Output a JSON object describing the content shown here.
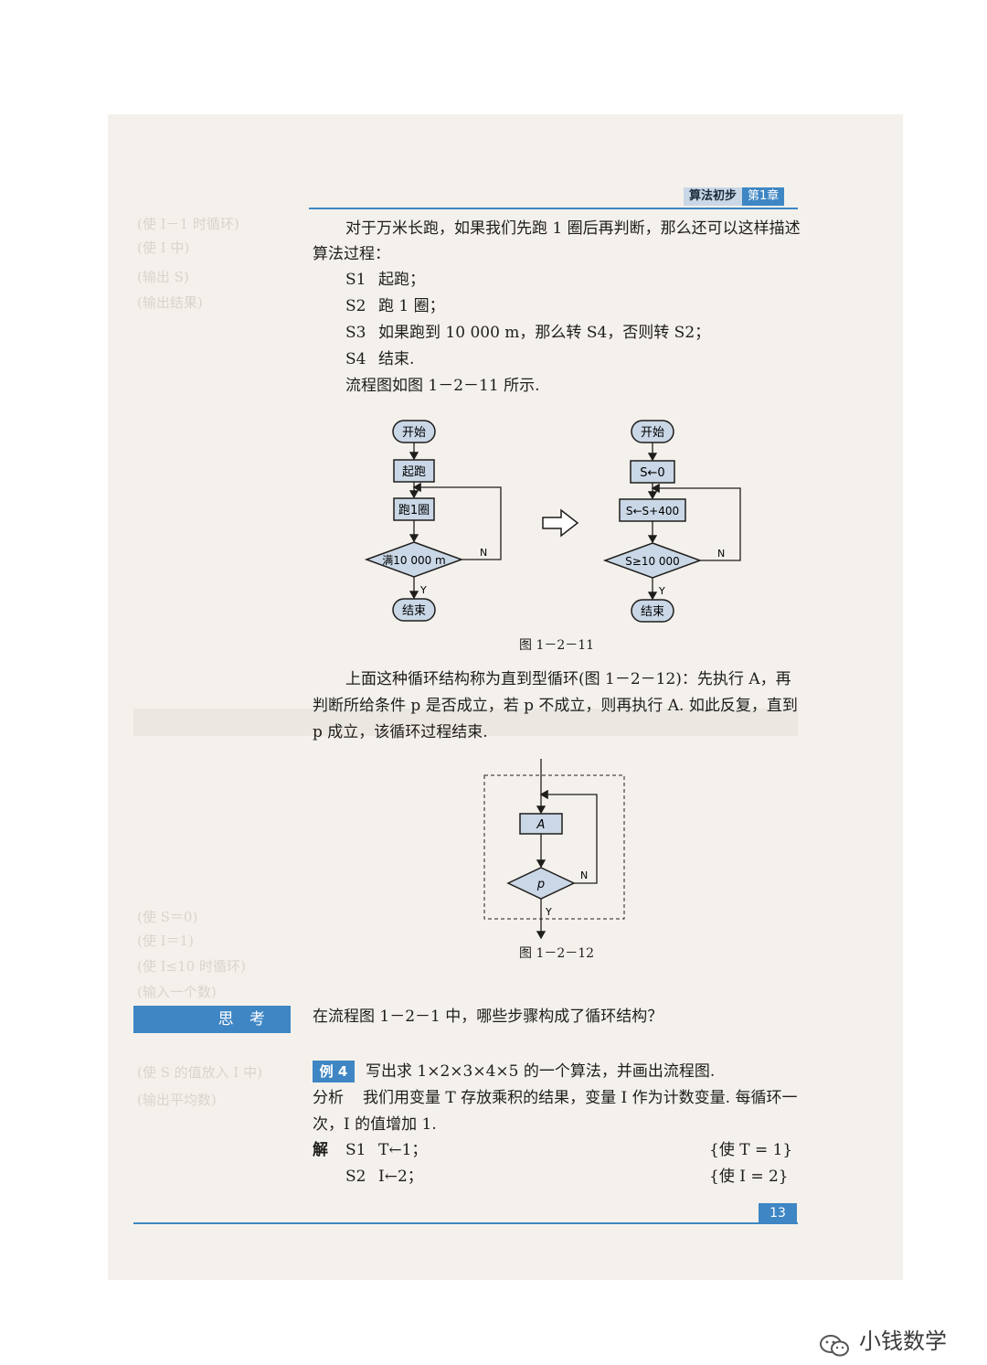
{
  "header": {
    "chapter_name": "算法初步",
    "chapter_number": "第1章"
  },
  "intro": {
    "text": "对于万米长跑，如果我们先跑 1 圈后再判断，那么还可以这样描述算法过程："
  },
  "steps": [
    {
      "label": "S1",
      "text": "起跑；"
    },
    {
      "label": "S2",
      "text": "跑 1 圈；"
    },
    {
      "label": "S3",
      "text": "如果跑到 10 000 m，那么转 S4，否则转 S2；"
    },
    {
      "label": "S4",
      "text": "结束."
    }
  ],
  "flowchart_intro": "流程图如图 1－2－11 所示.",
  "figure_11": {
    "left": {
      "start": "开始",
      "step1": "起跑",
      "step2": "跑1圈",
      "condition": "满10 000 m",
      "yes": "Y",
      "no": "N",
      "end": "结束"
    },
    "right": {
      "start": "开始",
      "step1": "S←0",
      "step2": "S←S+400",
      "condition": "S≥10 000",
      "yes": "Y",
      "no": "N",
      "end": "结束"
    },
    "caption": "图 1－2－11"
  },
  "loop_description": "上面这种循环结构称为直到型循环(图 1－2－12)：先执行 A，再判断所给条件 p 是否成立，若 p 不成立，则再执行 A. 如此反复，直到 p 成立，该循环过程结束.",
  "figure_12": {
    "box": "A",
    "condition": "p",
    "yes": "Y",
    "no": "N",
    "caption": "图 1－2－12"
  },
  "think": {
    "label": "思 考",
    "question": "在流程图 1－2－1 中，哪些步骤构成了循环结构？"
  },
  "example": {
    "badge": "例 4",
    "problem": "写出求 1×2×3×4×5 的一个算法，并画出流程图.",
    "analysis_label": "分析",
    "analysis": "我们用变量 T 存放乘积的结果，变量 I 作为计数变量. 每循环一次，I 的值增加 1.",
    "solution_label": "解",
    "solution_steps": [
      {
        "label": "S1",
        "text": "T←1；",
        "note": "{使 T = 1}"
      },
      {
        "label": "S2",
        "text": "I←2；",
        "note": "{使 I = 2}"
      }
    ]
  },
  "page_number": "13",
  "watermark": "小钱数学"
}
